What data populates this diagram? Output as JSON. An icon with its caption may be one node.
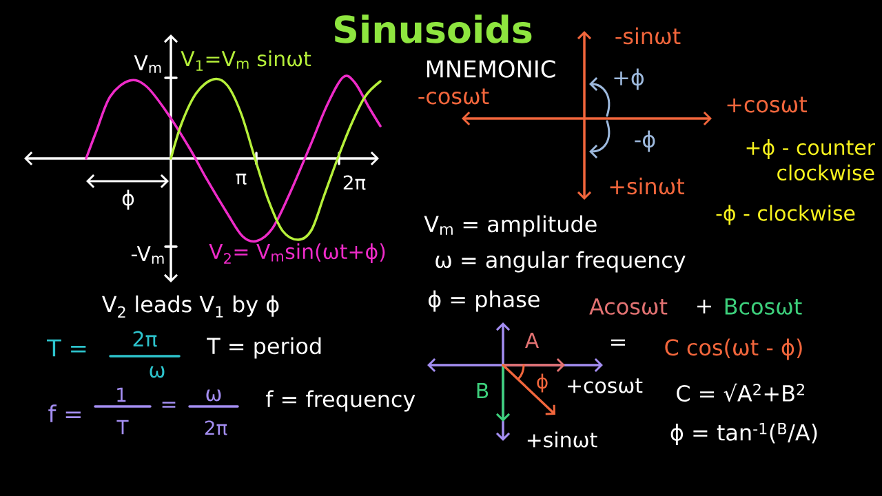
{
  "diagram": {
    "title": "Sinusoids",
    "labels": [
      "-sinωt",
      "V$_{m}$",
      "V$_{1}$=V$_{m}$ sinωt",
      "MNEMONIC",
      "-cosωt",
      "+ϕ",
      "+cosωt",
      "-ϕ",
      "π",
      "2π",
      "+ϕ - counter clockwise",
      "ϕ",
      "+sinωt",
      "V$_{m}$ = amplitude",
      "-ϕ - clockwise",
      "-V$_{m}$",
      "V$_{2}$= V$_{m}$sin(ωt+ϕ)",
      "ω = angular frequency",
      "V$_{2}$ leads V$_{1}$ by ϕ",
      "ϕ = phase",
      "Acosωt",
      "+",
      "Bcosωt",
      "T =",
      "2π",
      "T = period",
      "A",
      "=",
      "C cos(ωt - ϕ)",
      "ω",
      "f =",
      "1",
      "=",
      "ω",
      "f = frequency",
      "B",
      "ϕ",
      "+cosωt",
      "C = √A$^{2}$+B$^{2}$",
      "T",
      "2π",
      "+sinωt",
      "ϕ = tan$^{-1}$($^{B}$/A)"
    ]
  }
}
